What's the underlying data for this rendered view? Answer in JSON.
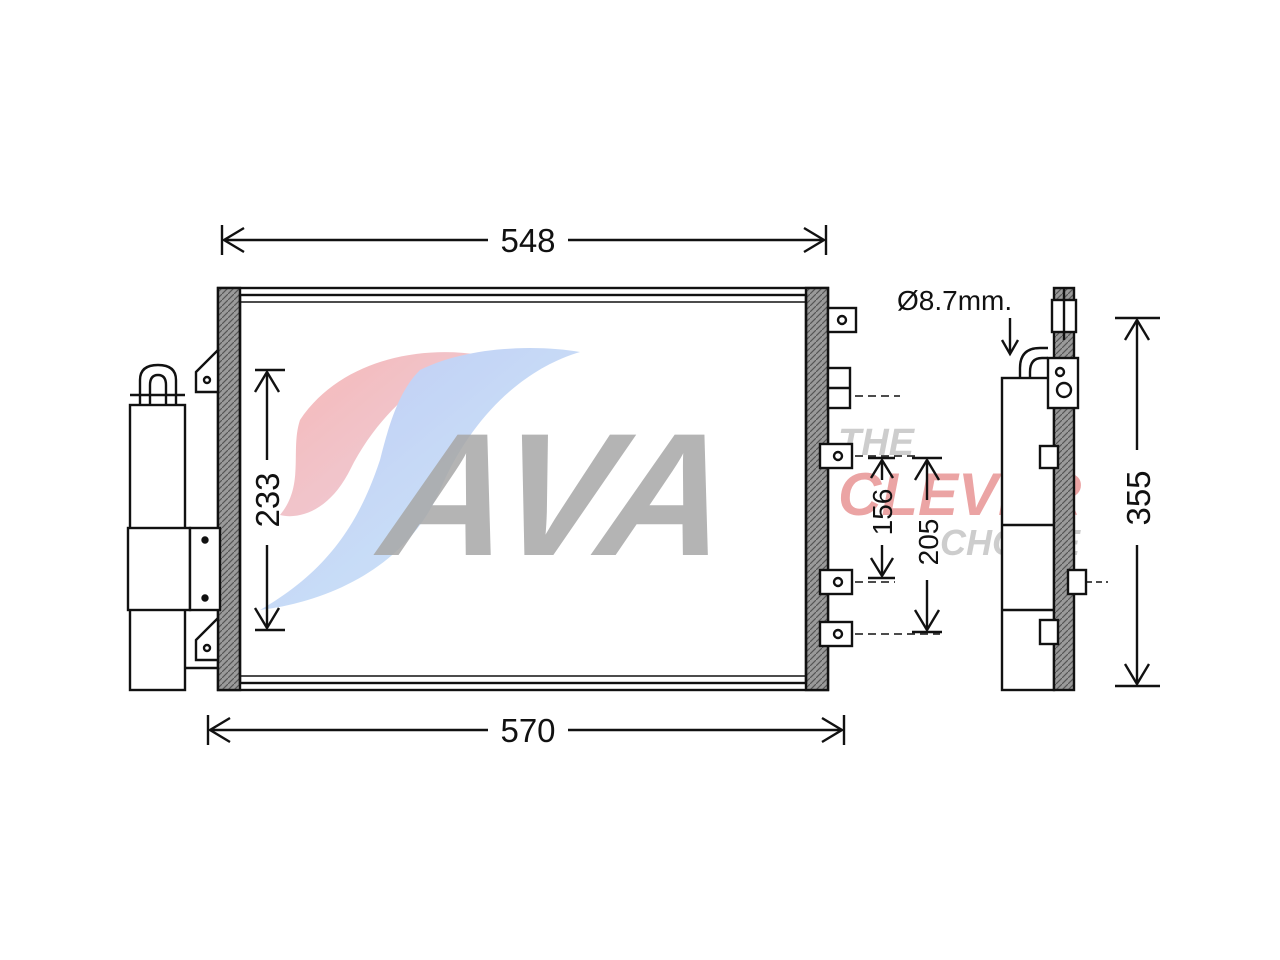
{
  "watermark": {
    "brand": "AVA",
    "tagline_1": "THE",
    "tagline_2": "CLEVER",
    "tagline_3": "CHOICE",
    "colors": {
      "brand_gray": "#8a8a8a",
      "red": "#e05050",
      "blue": "#5577dd"
    }
  },
  "dimensions": {
    "top_width": "548",
    "bottom_width": "570",
    "left_height": "233",
    "inner_height_1": "156",
    "inner_height_2": "205",
    "side_height": "355",
    "pipe_diameter": "Ø8.7mm."
  },
  "colors": {
    "line": "#111111",
    "hatch": "#6f6f6f"
  }
}
